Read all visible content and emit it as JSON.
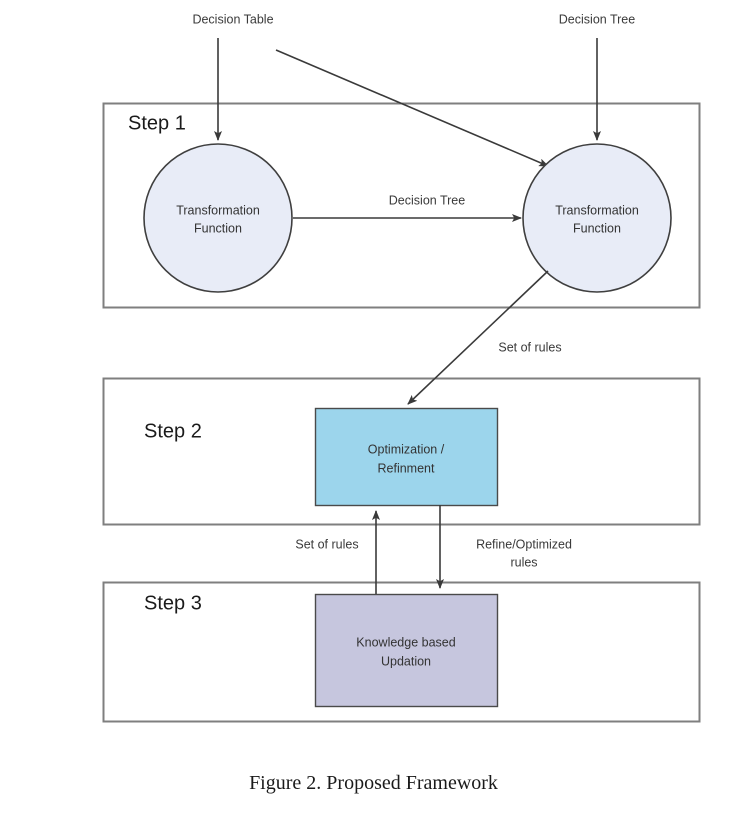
{
  "figure": {
    "caption": "Figure 2. Proposed Framework",
    "colors": {
      "circle_fill": "#e8ecf7",
      "circle_stroke": "#3f3f3f",
      "optimization_fill": "#9cd5ec",
      "optimization_stroke": "#4a4a4a",
      "knowledge_fill": "#c6c6de",
      "knowledge_stroke": "#4a4a4a",
      "step_box_stroke": "#7f7f7f",
      "arrow": "#3a3a3a",
      "text": "#333333"
    }
  },
  "inputs": {
    "decision_table_label": "Decision Table",
    "decision_tree_label": "Decision Tree"
  },
  "steps": [
    {
      "id": "step-1",
      "label": "Step 1"
    },
    {
      "id": "step-2",
      "label": "Step 2"
    },
    {
      "id": "step-3",
      "label": "Step 3"
    }
  ],
  "nodes": {
    "transformation_left": {
      "line1": "Transformation",
      "line2": "Function"
    },
    "transformation_right": {
      "line1": "Transformation",
      "line2": "Function"
    },
    "optimization": {
      "line1": "Optimization /",
      "line2": "Refinment"
    },
    "knowledge": {
      "line1": "Knowledge based",
      "line2": "Updation"
    }
  },
  "edges": {
    "between_circles": "Decision Tree",
    "circle_to_optimization": "Set of rules",
    "knowledge_to_optimization": "Set of rules",
    "optimization_to_knowledge_line1": "Refine/Optimized",
    "optimization_to_knowledge_line2": "rules"
  }
}
